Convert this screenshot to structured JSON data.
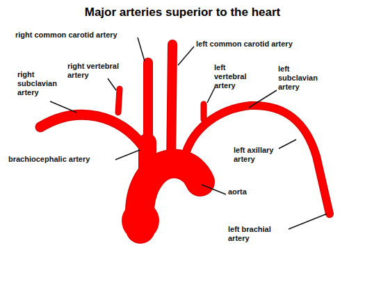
{
  "diagram": {
    "title": "Major arteries superior to the heart",
    "labels": [
      "right common carotid artery",
      "left common carotid artery",
      "right vertebral artery",
      "right subclavian artery",
      "left vertebral artery",
      "left subclavian artery",
      "brachiocephalic artery",
      "left axillary artery",
      "aorta",
      "left brachial artery"
    ]
  }
}
